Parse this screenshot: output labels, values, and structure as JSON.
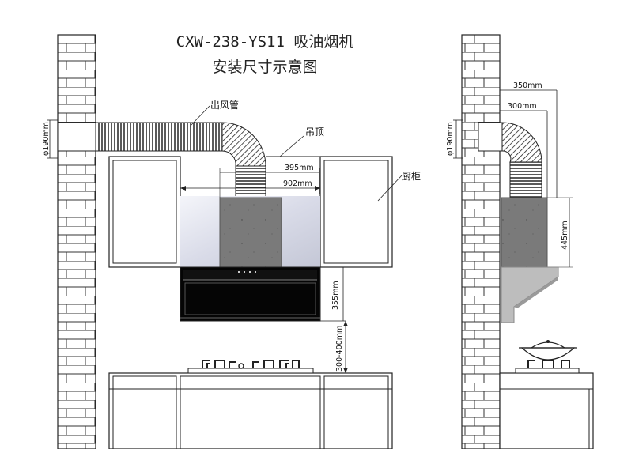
{
  "title": {
    "model": "CXW-238-YS11 吸油烟机",
    "subtitle": "安装尺寸示意图"
  },
  "labels": {
    "exhaust_pipe": "出风管",
    "ceiling": "吊顶",
    "cabinet": "厨柜"
  },
  "dimensions": {
    "duct_diameter_front": "φ190mm",
    "duct_diameter_side": "φ190mm",
    "width_chimney": "395mm",
    "width_hood": "902mm",
    "hood_height": "355mm",
    "mount_height": "300-400mm",
    "side_depth_outer": "350mm",
    "side_depth_inner": "300mm",
    "side_chimney_height": "445mm"
  },
  "colors": {
    "line": "#222222",
    "chimney": "#7a7a7a",
    "hood_black": "#050505",
    "glass": "#d8dae6",
    "side_lower": "#bdbdbd"
  }
}
